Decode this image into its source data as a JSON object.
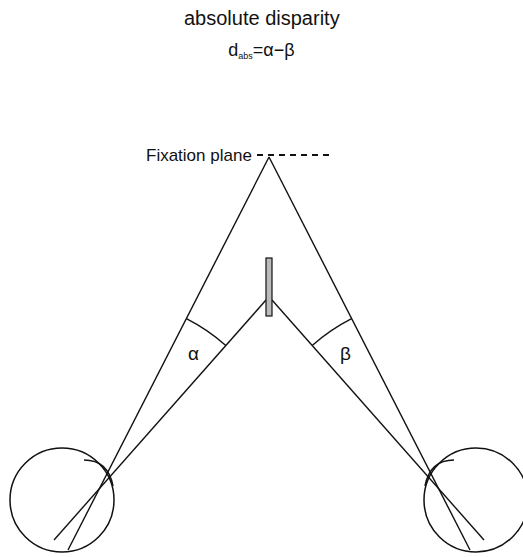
{
  "diagram": {
    "title": "absolute disparity",
    "labels": [
      "d",
      "abs",
      "=α−β",
      "Fixation plane",
      "α",
      "β"
    ]
  }
}
